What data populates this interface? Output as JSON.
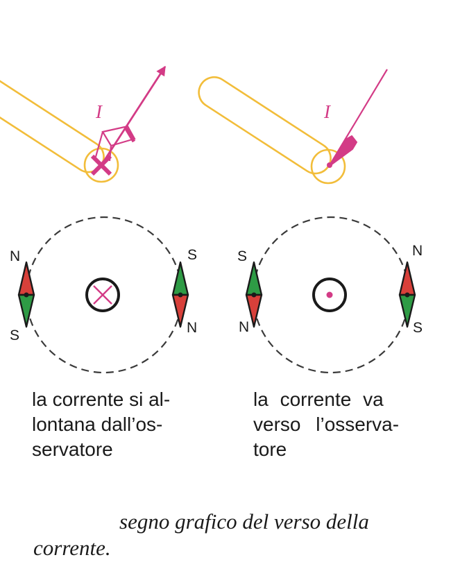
{
  "diagram": {
    "current_symbol": "I",
    "compass_north": "N",
    "compass_south": "S",
    "colors": {
      "wire_outline": "#f2bd3a",
      "current_arrow": "#d33b86",
      "field_circle": "#3a3a3a",
      "needle_north": "#d8403a",
      "needle_south": "#2e9b45",
      "needle_outline": "#1a1a1a"
    },
    "left": {
      "symbol": "cross-into-page",
      "caption_lines": [
        "la corrente si al-",
        "lontana dall’os-",
        "servatore"
      ]
    },
    "right": {
      "symbol": "dot-out-of-page",
      "caption_lines": [
        "la corrente va",
        "verso l’osserva-",
        "tore"
      ]
    }
  },
  "footnote": {
    "line1": "segno grafico del verso della",
    "line2": "corrente."
  }
}
